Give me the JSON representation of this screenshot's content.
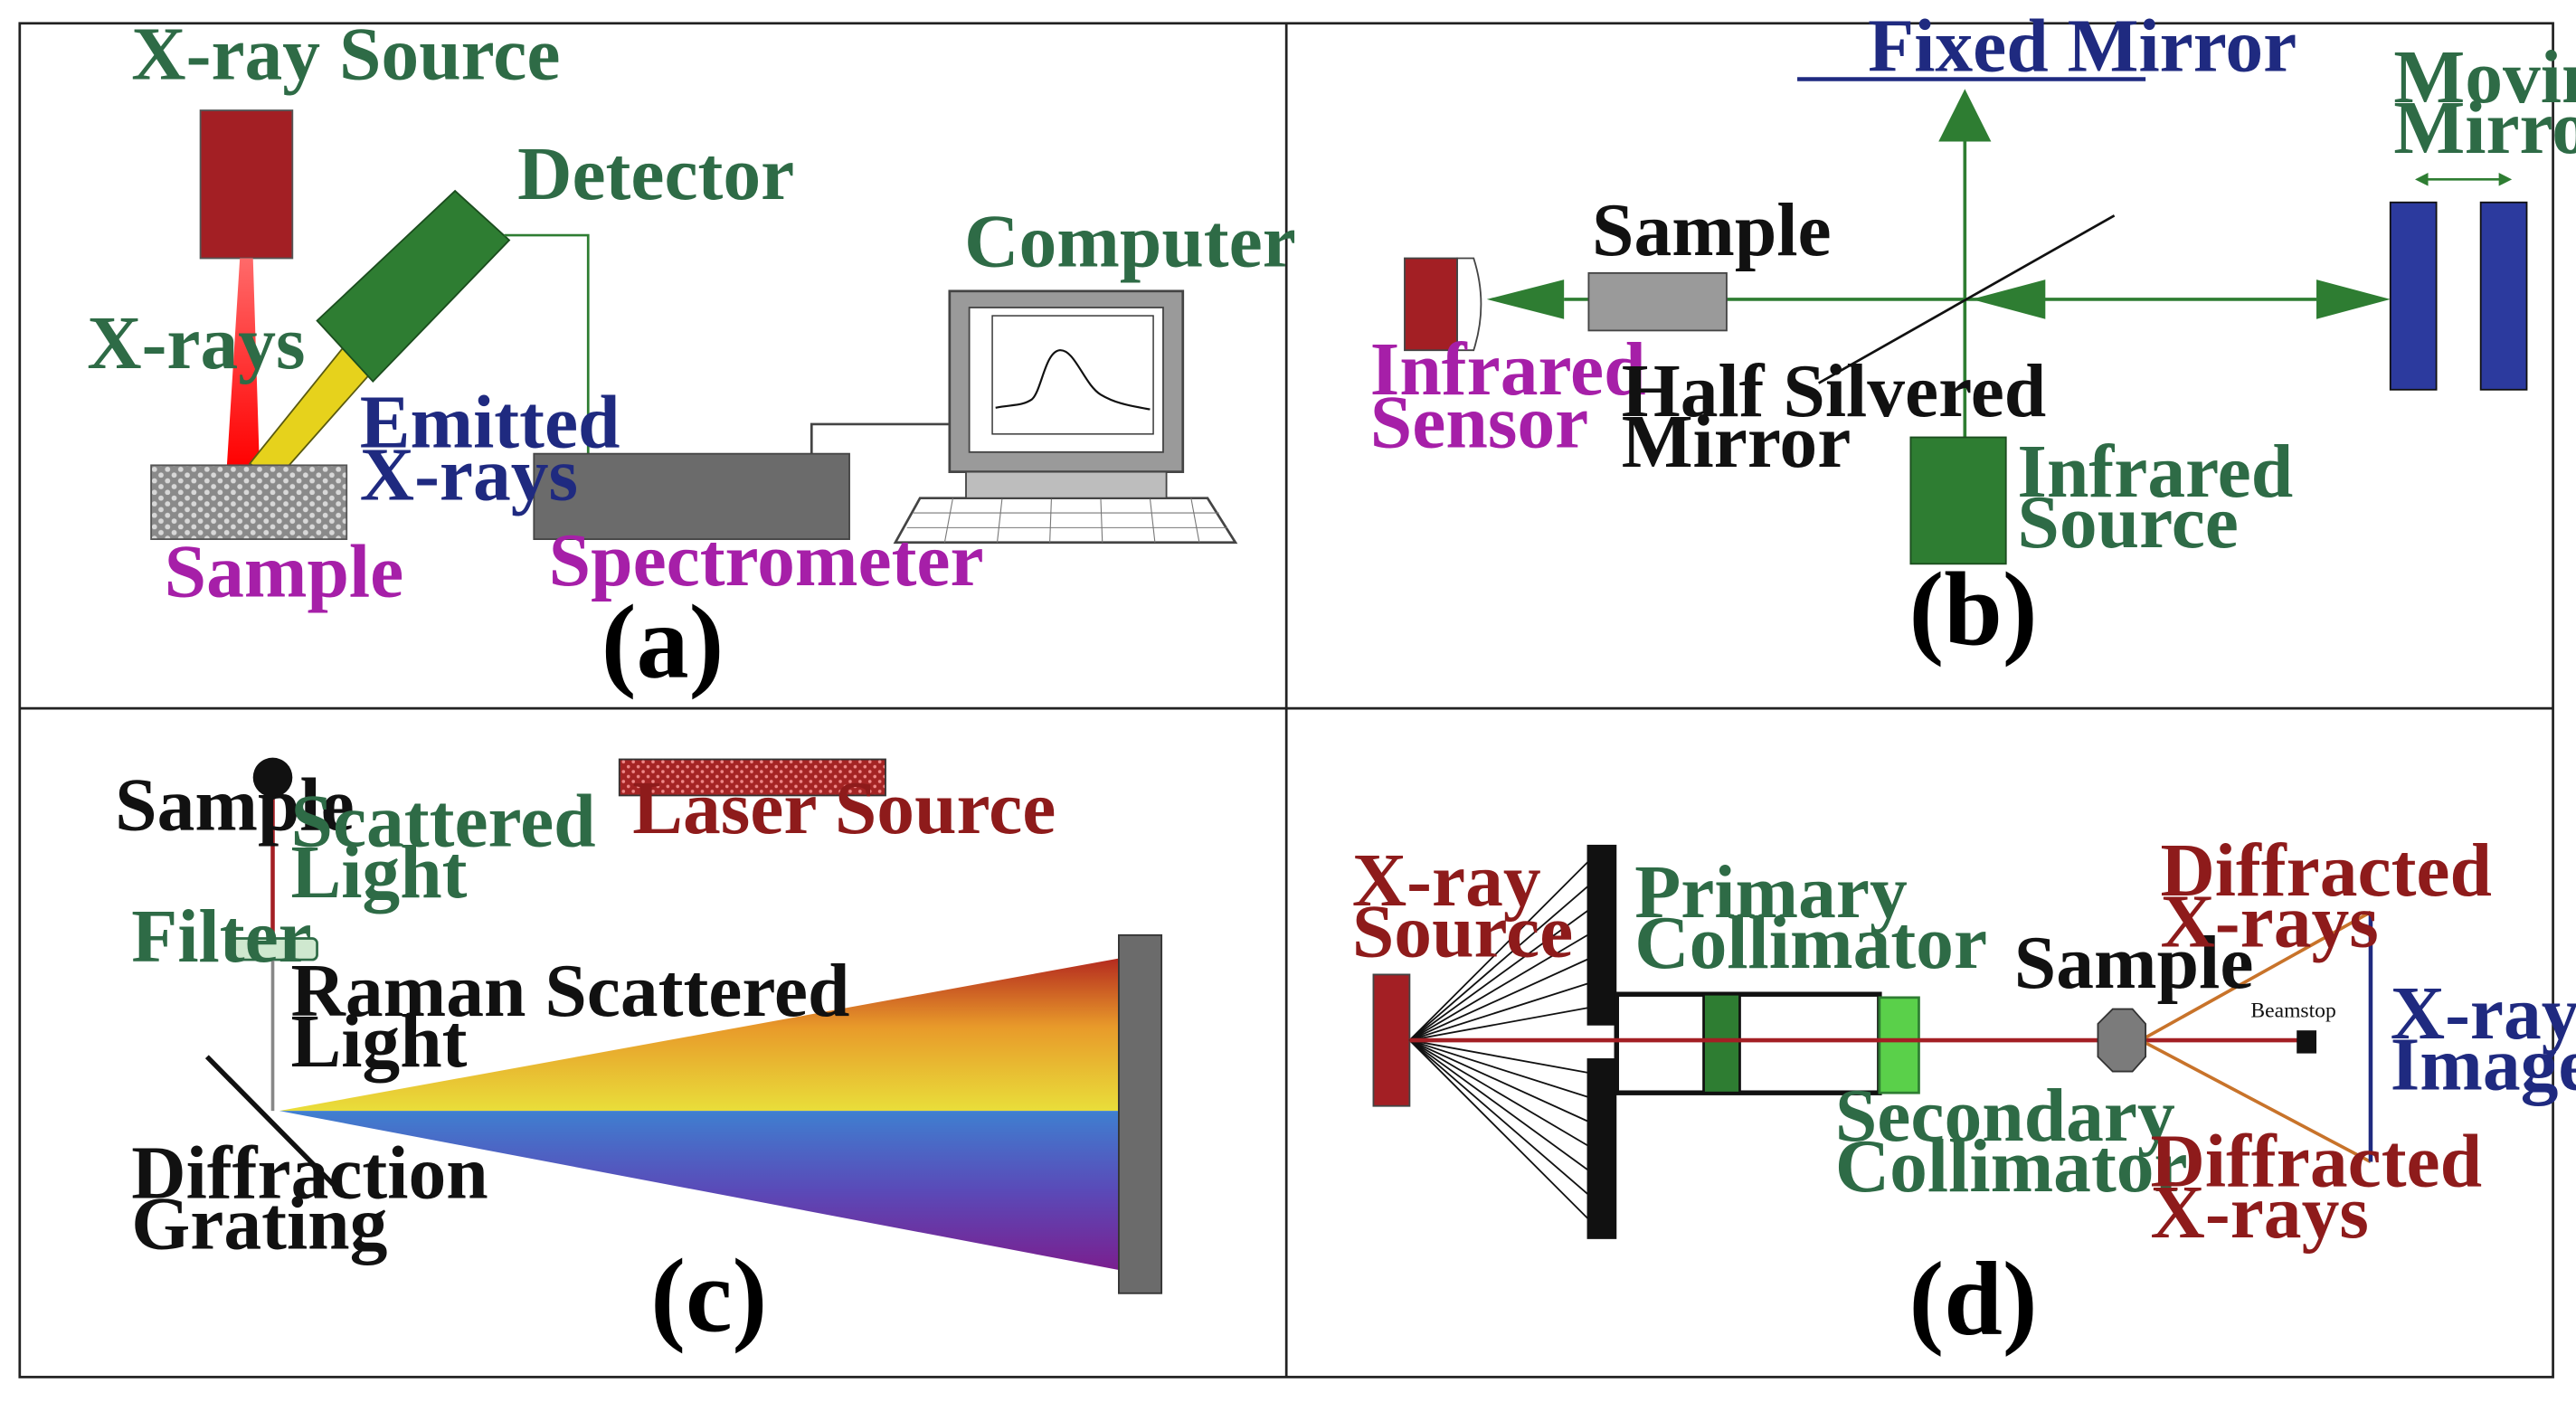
{
  "panel_a": {
    "xray_source": "X-ray Source",
    "detector": "Detector",
    "xrays": "X-rays",
    "emitted_1": "Emitted",
    "emitted_2": "X-rays",
    "sample": "Sample",
    "spectrometer": "Spectrometer",
    "computer": "Computer",
    "caption": "(a)"
  },
  "panel_b": {
    "fixed_mirror": "Fixed Mirror",
    "moving_1": "Moving",
    "moving_2": "Mirror",
    "sample": "Sample",
    "sensor_1": "Infrared",
    "sensor_2": "Sensor",
    "half_1": "Half Silvered",
    "half_2": "Mirror",
    "source_1": "Infrared",
    "source_2": "Source",
    "caption": "(b)"
  },
  "panel_c": {
    "sample": "Sample",
    "scattered_1": "Scattered",
    "scattered_2": "Light",
    "laser": "Laser Source",
    "filter": "Filter",
    "raman_1": "Raman Scattered",
    "raman_2": "Light",
    "grating_1": "Diffraction",
    "grating_2": "Grating",
    "caption": "(c)"
  },
  "panel_d": {
    "source_1": "X-ray",
    "source_2": "Source",
    "primary_1": "Primary",
    "primary_2": "Collimator",
    "secondary_1": "Secondary",
    "secondary_2": "Collimator",
    "sample": "Sample",
    "diff_top_1": "Diffracted",
    "diff_top_2": "X-rays",
    "diff_bot_1": "Diffracted",
    "diff_bot_2": "X-rays",
    "beamstop": "Beamstop",
    "imager_1": "X-ray",
    "imager_2": "Imager",
    "caption": "(d)"
  },
  "colors": {
    "label_green": "#2e6b46",
    "label_purple": "#a61fa8",
    "label_navy": "#1f2a80",
    "label_red": "#8e1b1b",
    "beam_green": "#2e7d32",
    "source_red": "#a31f24"
  }
}
